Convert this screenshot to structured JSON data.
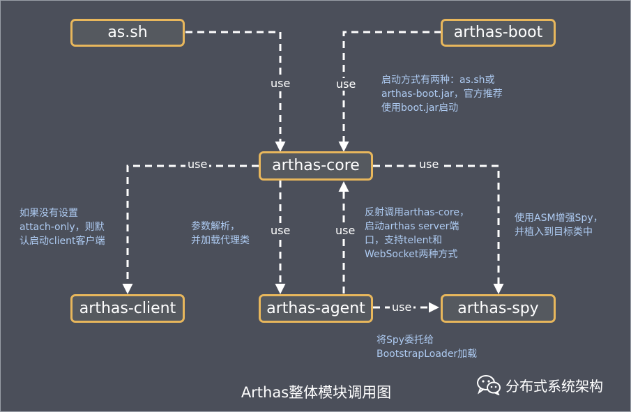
{
  "nodes": {
    "as_sh": "as.sh",
    "arthas_boot": "arthas-boot",
    "arthas_core": "arthas-core",
    "arthas_client": "arthas-client",
    "arthas_agent": "arthas-agent",
    "arthas_spy": "arthas-spy"
  },
  "edge_labels": {
    "as_sh_to_core": "use",
    "boot_to_core": "use",
    "core_to_client": "use",
    "core_to_spy": "use",
    "core_to_agent": "use",
    "agent_to_core": "use",
    "agent_to_spy": "use"
  },
  "notes": {
    "boot": "启动方式有两种：as.sh或\narthas-boot.jar，官方推荐\n使用boot.jar启动",
    "client": "如果没有设置\nattach-only，则默\n认启动client客户端",
    "agent_params": "参数解析，\n并加载代理类",
    "reflect": "反射调用arthas-core，\n启动arthas server端\n口，支持telent和\nWebSocket两种方式",
    "spy_asm": "使用ASM增强Spy，\n并植入到目标类中",
    "spy_delegate": "将Spy委托给\nBootstrapLoader加载"
  },
  "title": "Arthas整体模块调用图",
  "brand": {
    "name": "分布式系统架构",
    "icon": "wechat-icon"
  },
  "colors": {
    "background": "#4b4f5a",
    "node_border": "#e8b75c",
    "node_fill": "#55595f",
    "note_text": "#aecbf2",
    "edge": "#ffffff"
  }
}
